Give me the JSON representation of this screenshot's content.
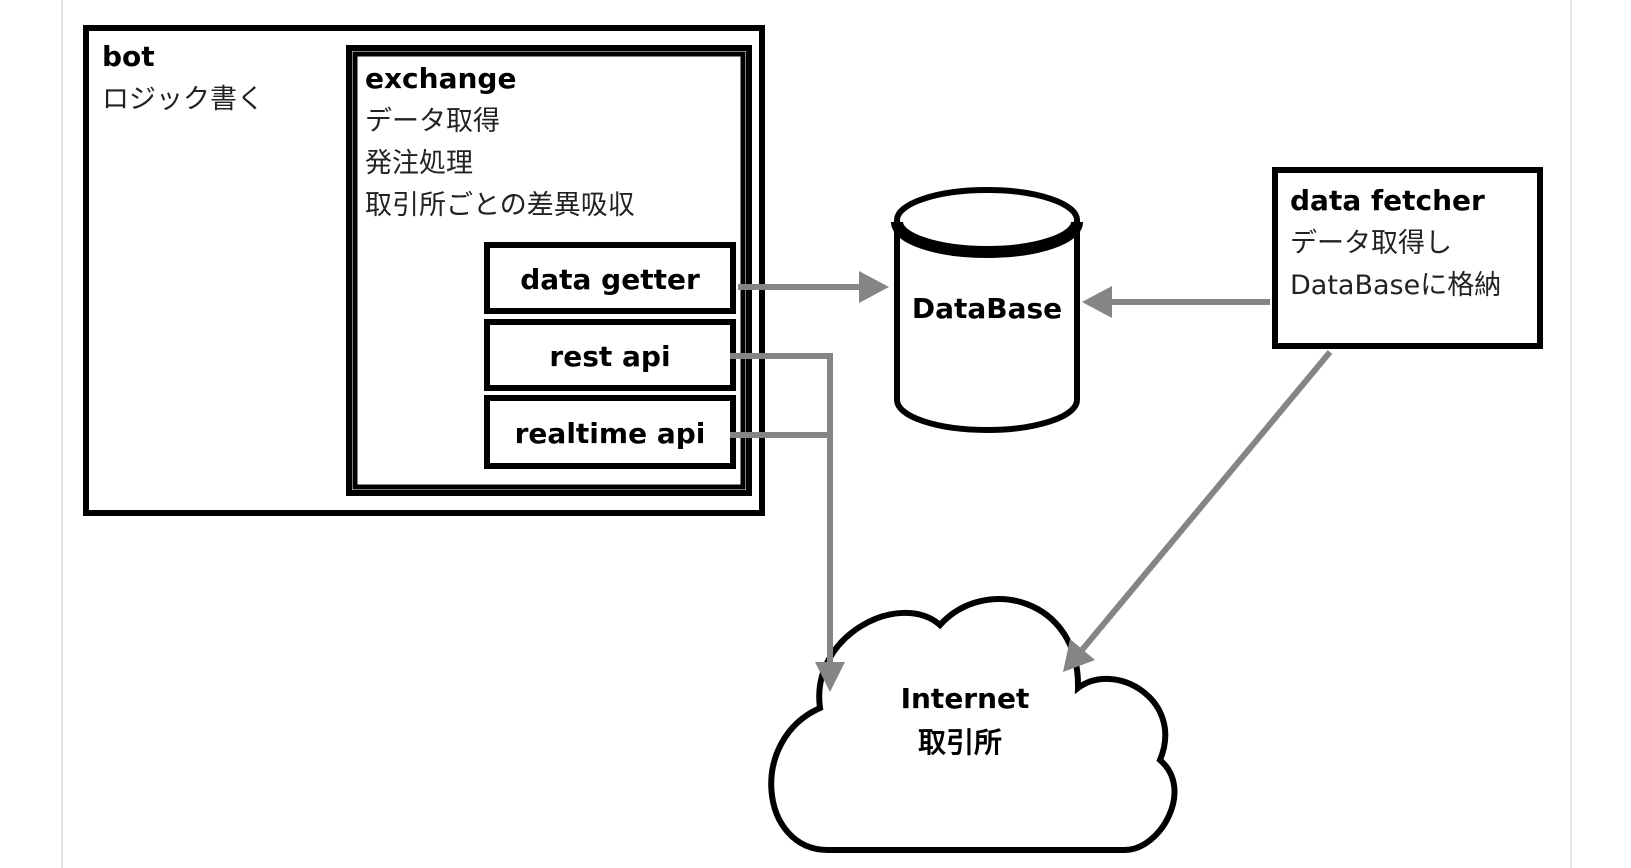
{
  "bot": {
    "title": "bot",
    "description": "ロジック書く"
  },
  "exchange": {
    "title": "exchange",
    "lines": [
      "データ取得",
      "発注処理",
      "取引所ごとの差異吸収"
    ],
    "components": {
      "data_getter": "data getter",
      "rest_api": "rest api",
      "realtime_api": "realtime api"
    }
  },
  "database": {
    "label": "DataBase"
  },
  "data_fetcher": {
    "title": "data fetcher",
    "lines": [
      "データ取得し",
      "DataBaseに格納"
    ]
  },
  "internet": {
    "label": "Internet",
    "sublabel": "取引所"
  },
  "colors": {
    "outline": "#000000",
    "arrow": "#858585",
    "background": "#ffffff"
  }
}
